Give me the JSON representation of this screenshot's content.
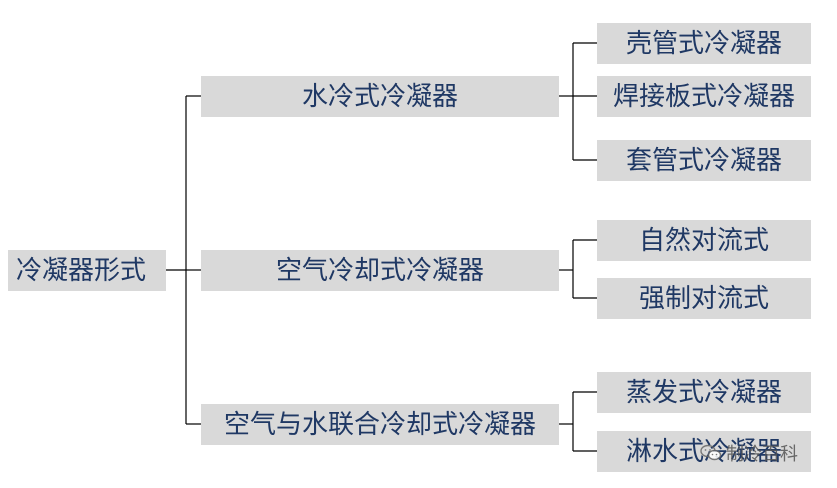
{
  "root": {
    "label": "冷凝器形式"
  },
  "branches": [
    {
      "label": "水冷式冷凝器",
      "children": [
        "壳管式冷凝器",
        "焊接板式冷凝器",
        "套管式冷凝器"
      ]
    },
    {
      "label": "空气冷却式冷凝器",
      "children": [
        "自然对流式",
        "强制对流式"
      ]
    },
    {
      "label": "空气与水联合冷却式冷凝器",
      "children": [
        "蒸发式冷凝器",
        "淋水式冷凝器"
      ]
    }
  ],
  "watermark": {
    "text": "制冷百科",
    "icon": "wechat-icon"
  },
  "colors": {
    "box": "#d9d9d9",
    "text": "#1f3864",
    "line": "#000000"
  }
}
